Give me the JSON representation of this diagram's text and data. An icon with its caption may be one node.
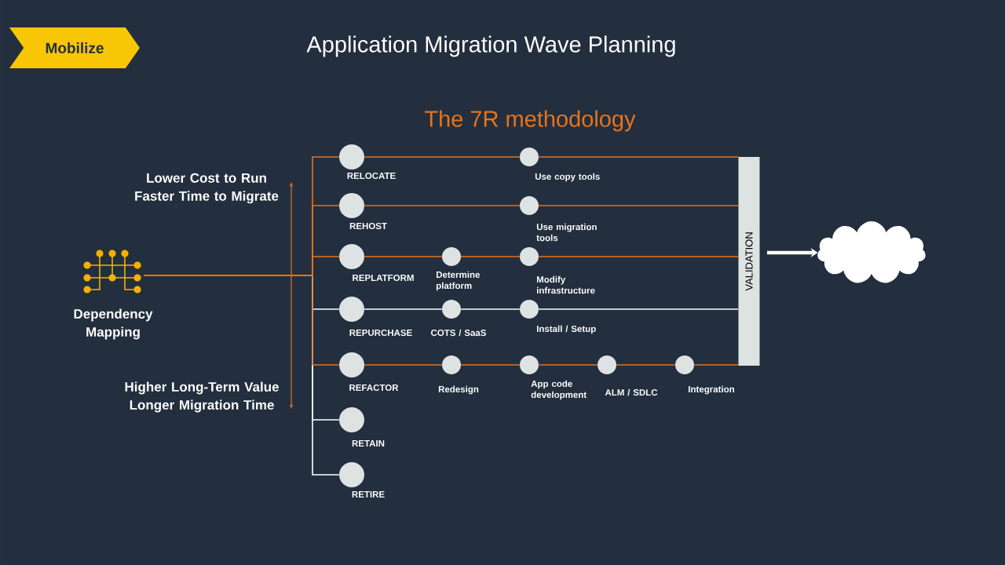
{
  "diagram": {
    "title": "Application Migration Wave Planning",
    "nodes": [
      {
        "text": [
          "Mobilize"
        ]
      },
      {
        "text": [],
        "shape": "picture",
        "beside": [
          "Dependency Mapping"
        ]
      },
      {
        "text": [],
        "shape": "circle",
        "beside": [
          "RELOCATE"
        ]
      },
      {
        "text": [],
        "shape": "circle",
        "beside": [
          "Use copy tools"
        ]
      },
      {
        "text": [],
        "shape": "circle",
        "beside": [
          "REHOST"
        ]
      },
      {
        "text": [],
        "shape": "circle",
        "beside": [
          "Use migration tools"
        ]
      },
      {
        "text": [],
        "shape": "circle",
        "beside": [
          "REPLATFORM"
        ]
      },
      {
        "text": [],
        "shape": "circle",
        "beside": [
          "Determine platform"
        ]
      },
      {
        "text": [],
        "shape": "circle",
        "beside": [
          "Modify infrastructure"
        ]
      },
      {
        "text": [],
        "shape": "circle",
        "beside": [
          "REPURCHASE"
        ]
      },
      {
        "text": [],
        "shape": "circle",
        "beside": [
          "COTS / SaaS"
        ]
      },
      {
        "text": [],
        "shape": "circle",
        "beside": [
          "Install / Setup"
        ]
      },
      {
        "text": [],
        "shape": "circle",
        "beside": [
          "REFACTOR"
        ]
      },
      {
        "text": [],
        "shape": "circle",
        "beside": [
          "Redesign"
        ]
      },
      {
        "text": [],
        "shape": "circle",
        "beside": [
          "App code development"
        ]
      },
      {
        "text": [],
        "shape": "circle",
        "beside": [
          "ALM / SDLC"
        ]
      },
      {
        "text": [],
        "shape": "circle",
        "beside": [
          "Integration"
        ]
      },
      {
        "text": [],
        "shape": "circle",
        "beside": [
          "RETAIN"
        ]
      },
      {
        "text": [],
        "shape": "circle",
        "beside": [
          "RETIRE"
        ]
      },
      {
        "text": [
          "VALIDATION"
        ]
      },
      {
        "text": [],
        "shape": "cloud"
      }
    ],
    "edges": [
      {
        "from": 1,
        "to": 9,
        "arrow": "none",
        "color": "#ffffff"
      },
      {
        "from": 1,
        "to": 17,
        "arrow": "none",
        "color": "#ffffff"
      },
      {
        "from": 1,
        "to": 18,
        "arrow": "none",
        "color": "#ffffff"
      },
      {
        "from": 1,
        "to": 2,
        "arrow": "none"
      },
      {
        "from": 1,
        "to": 4,
        "arrow": "none"
      },
      {
        "from": 1,
        "to": 6,
        "arrow": "none"
      },
      {
        "from": 1,
        "to": 12,
        "arrow": "none"
      },
      {
        "from": 2,
        "to": 3,
        "arrow": "none"
      },
      {
        "from": 3,
        "to": 19,
        "arrow": "none"
      },
      {
        "from": 4,
        "to": 5,
        "arrow": "none"
      },
      {
        "from": 5,
        "to": 19,
        "arrow": "none"
      },
      {
        "from": 6,
        "to": 7,
        "arrow": "none"
      },
      {
        "from": 7,
        "to": 8,
        "arrow": "none"
      },
      {
        "from": 8,
        "to": 19,
        "arrow": "none"
      },
      {
        "from": 9,
        "to": 10,
        "arrow": "none",
        "color": "#ffffff"
      },
      {
        "from": 10,
        "to": 11,
        "arrow": "none",
        "color": "#ffffff"
      },
      {
        "from": 11,
        "to": 19,
        "arrow": "none",
        "color": "#ffffff"
      },
      {
        "from": 12,
        "to": 13,
        "arrow": "none"
      },
      {
        "from": 13,
        "to": 14,
        "arrow": "none"
      },
      {
        "from": 14,
        "to": 15,
        "arrow": "none"
      },
      {
        "from": 15,
        "to": 16,
        "arrow": "none"
      },
      {
        "from": 16,
        "to": 19,
        "arrow": "none"
      },
      {
        "from": 19,
        "to": 20,
        "arrow": "to",
        "style": "thick",
        "color": "#ffffff"
      }
    ],
    "labels": [
      "The 7R methodology",
      "Lower Cost to Run Faster Time to Migrate",
      "Higher Long-Term Value Longer Migration Time"
    ]
  }
}
